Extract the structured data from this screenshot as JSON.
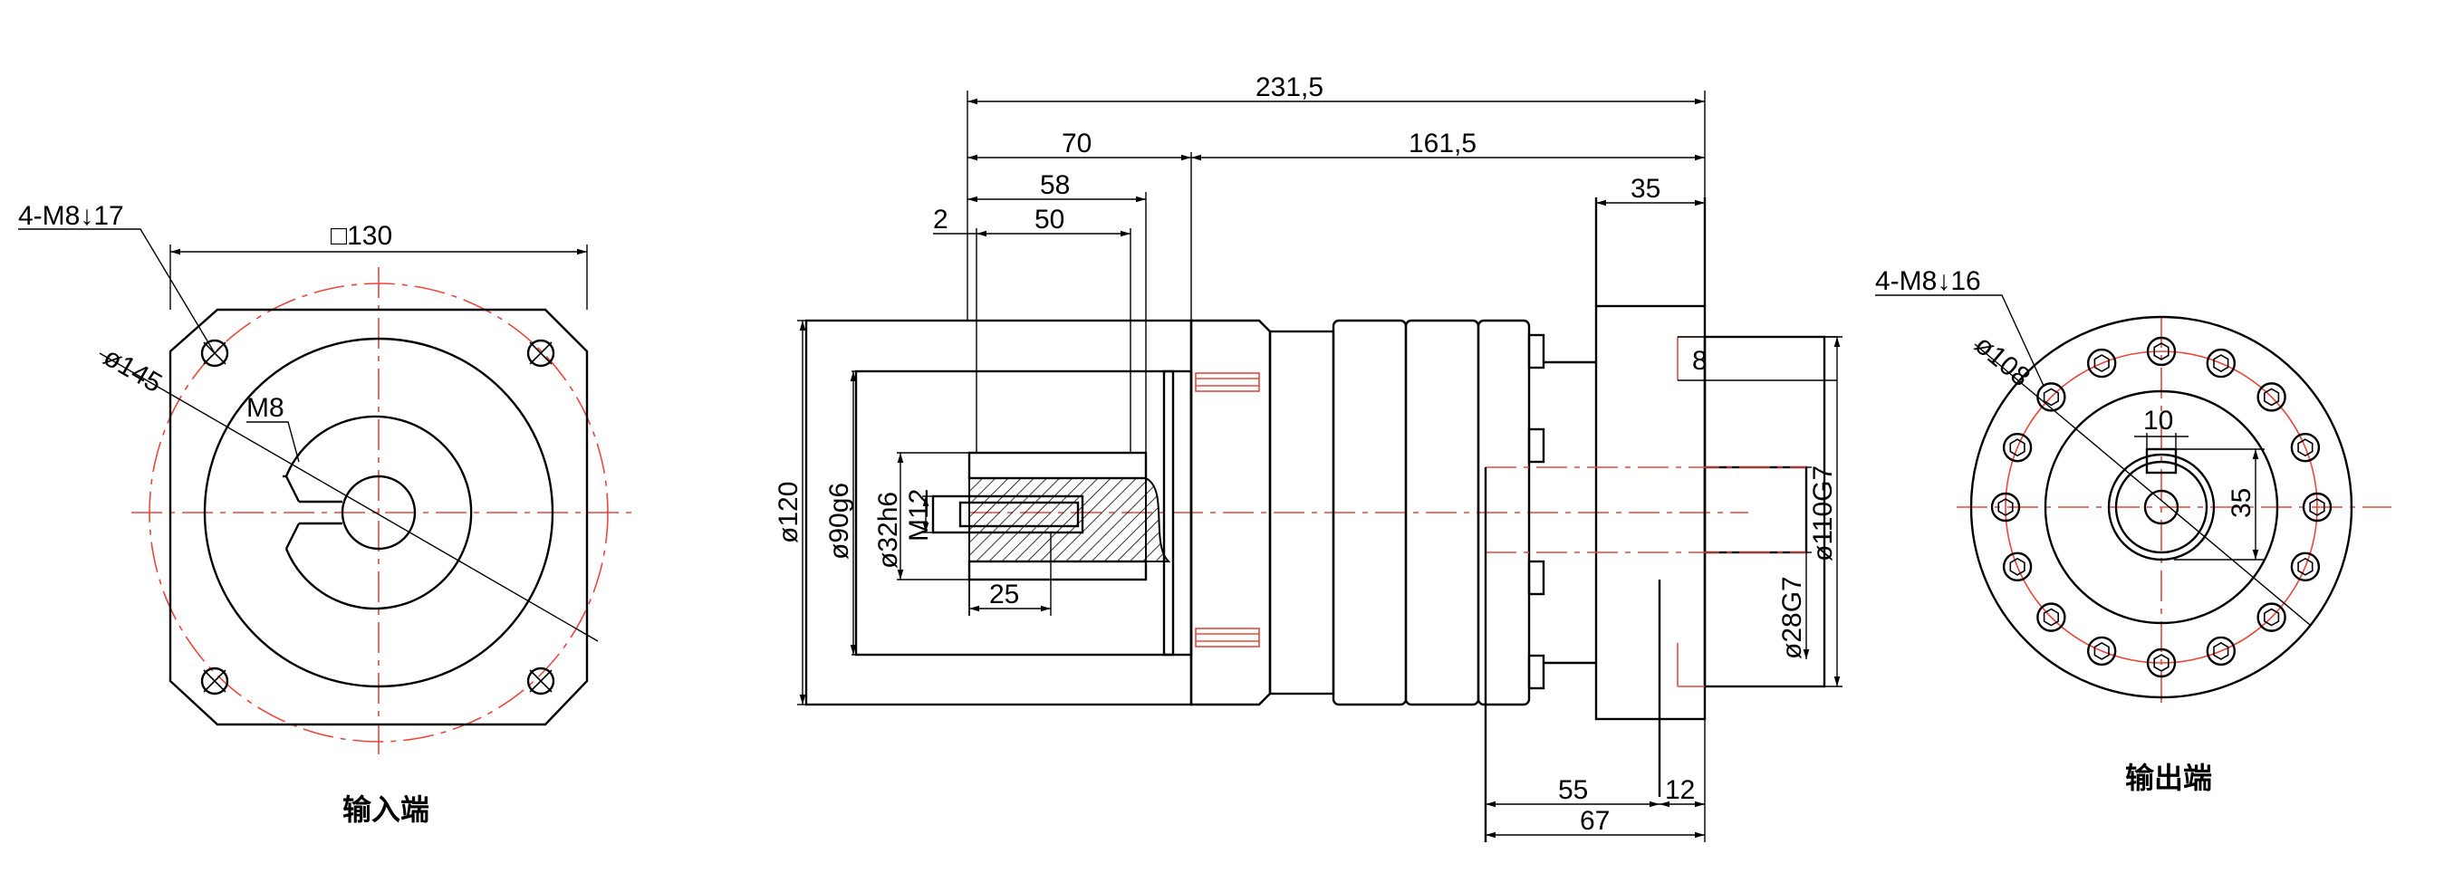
{
  "colors": {
    "line": "#000000",
    "centerline": "#e8473c",
    "background": "#ffffff"
  },
  "input_view": {
    "caption": "输入端",
    "bolt_label": "4-M8↓17",
    "square_label": "□130",
    "pcd_label": "ø145",
    "thread_label": "M8"
  },
  "side_view": {
    "overall_length": "231,5",
    "len_70": "70",
    "len_161": "161,5",
    "len_58": "58",
    "len_50": "50",
    "len_2": "2",
    "len_35": "35",
    "len_25": "25",
    "len_8": "8",
    "len_55": "55",
    "len_12": "12",
    "len_67": "67",
    "dia_120": "ø120",
    "dia_90": "ø90g6",
    "dia_32": "ø32h6",
    "thread_m12": "M12",
    "dia_110": "ø110G7",
    "dia_28": "ø28G7"
  },
  "output_view": {
    "caption": "输出端",
    "bolt_label": "4-M8↓16",
    "pcd_label": "ø108",
    "key_width": "10",
    "key_height": "35"
  }
}
